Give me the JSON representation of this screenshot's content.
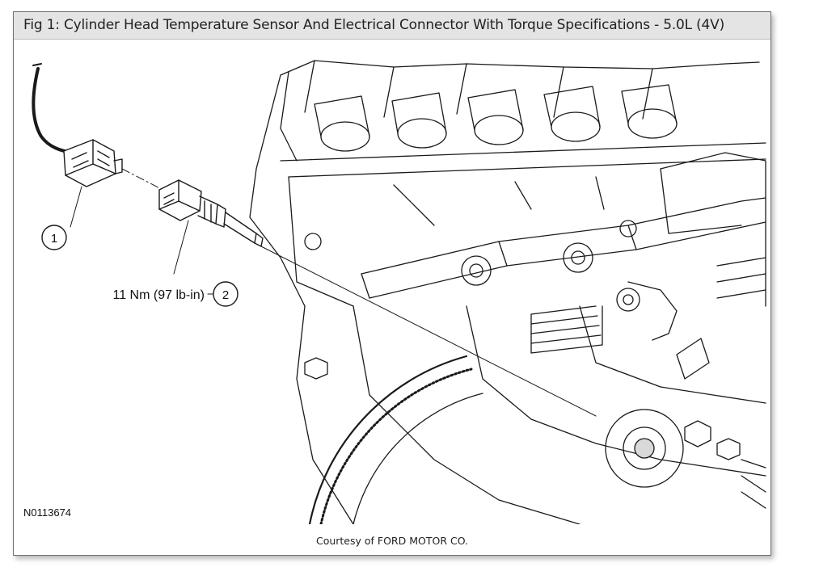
{
  "figure": {
    "title": "Fig 1: Cylinder Head Temperature Sensor And Electrical Connector With Torque Specifications - 5.0L (4V)",
    "callouts": [
      {
        "number": "1"
      },
      {
        "number": "2",
        "spec": "11 Nm (97 lb-in)"
      }
    ],
    "diagram_id": "N0113674",
    "credit": "Courtesy of FORD MOTOR CO."
  }
}
